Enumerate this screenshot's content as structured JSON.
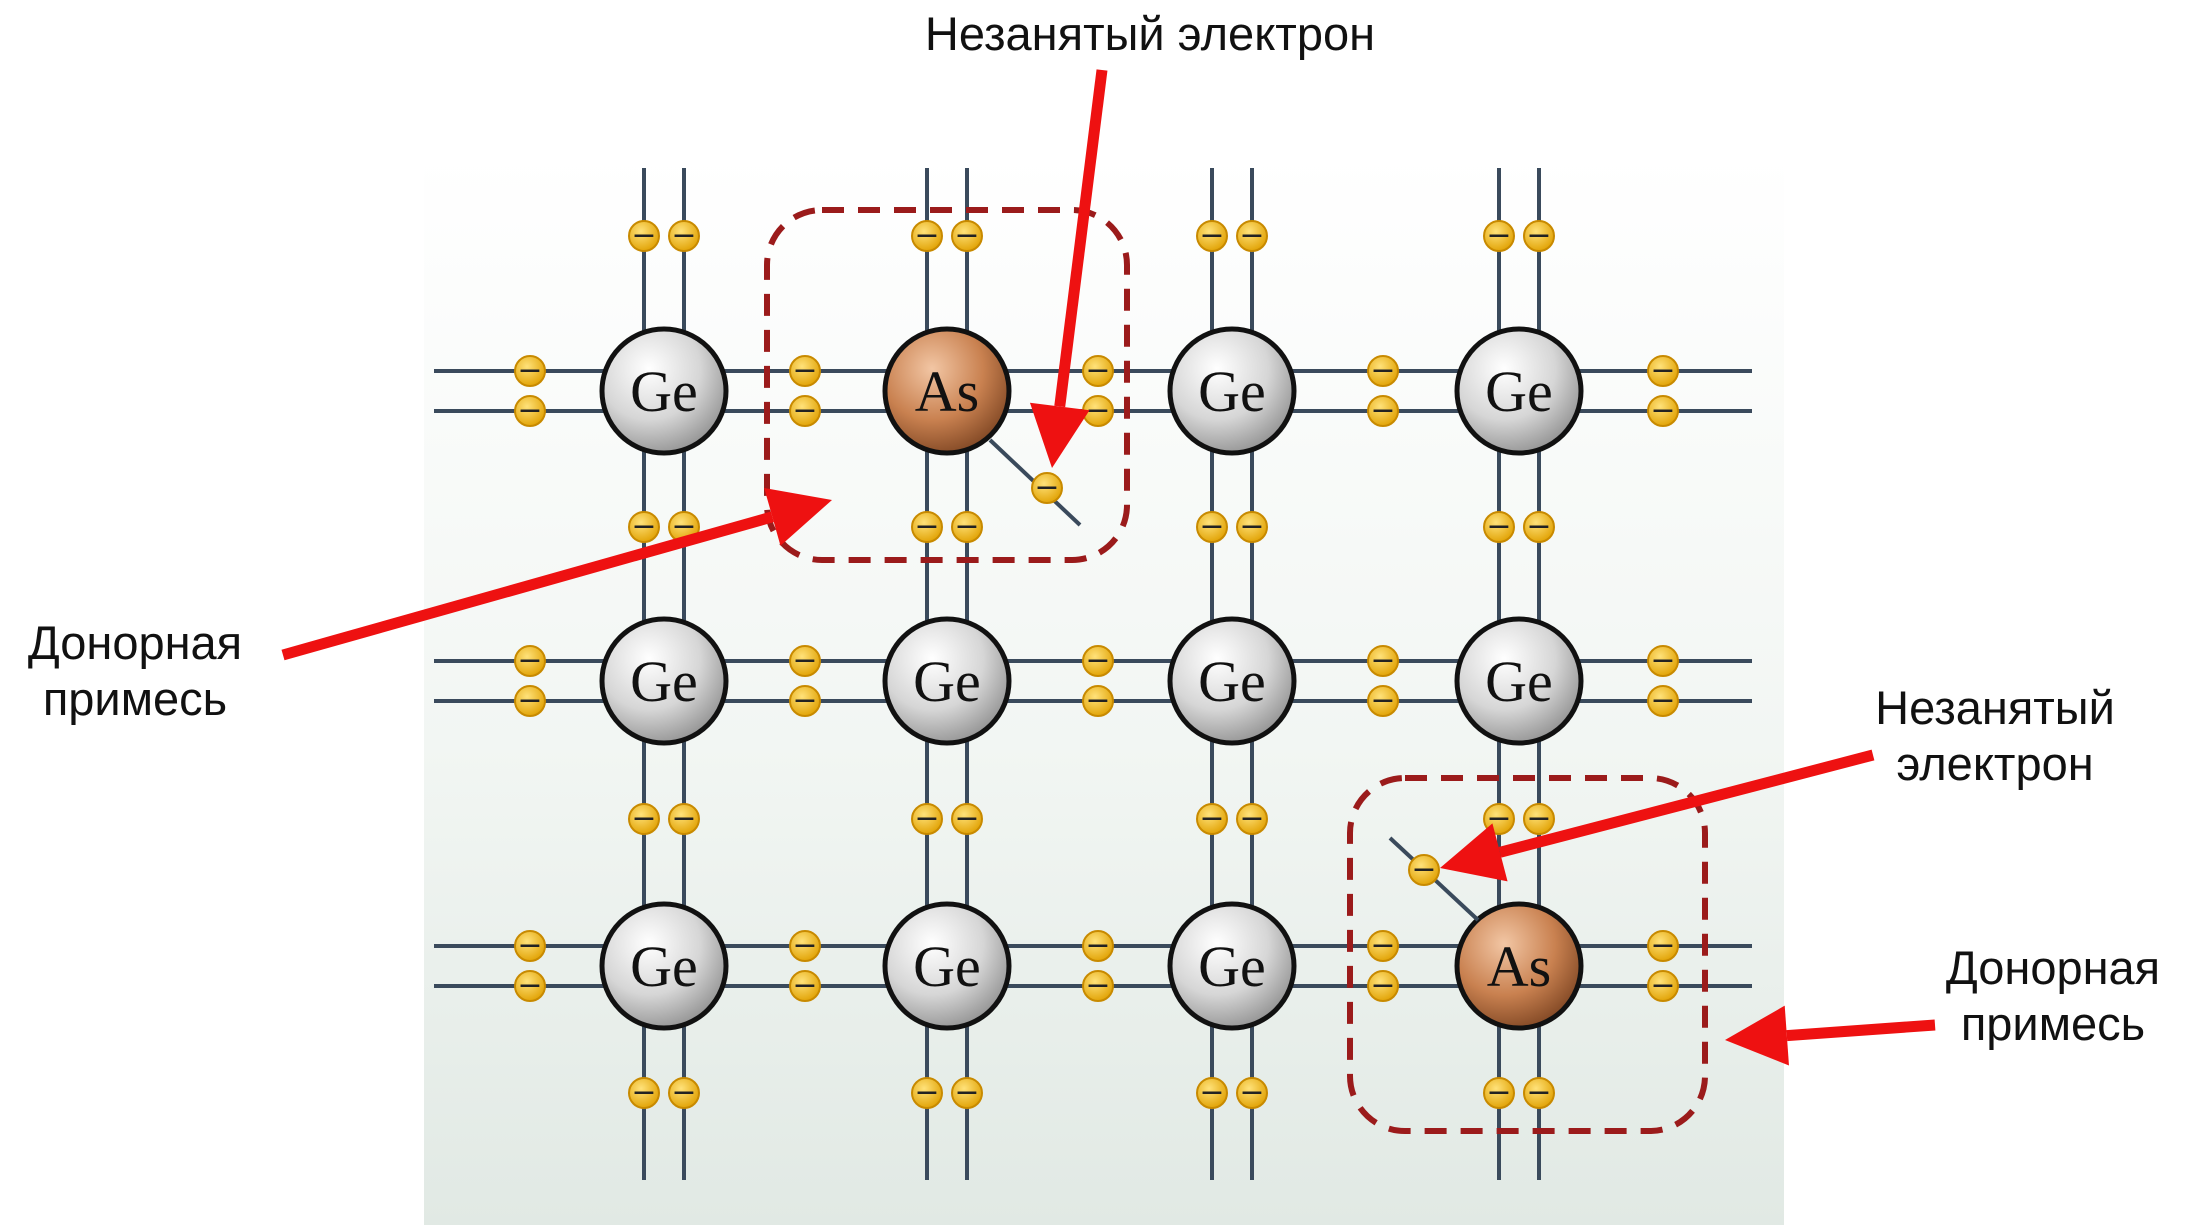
{
  "labels": {
    "unbound_electron_top": "Незанятый электрон",
    "unbound_electron_right_line1": "Незанятый",
    "unbound_electron_right_line2": "электрон",
    "donor_left_line1": "Донорная",
    "donor_left_line2": "примесь",
    "donor_right_line1": "Донорная",
    "donor_right_line2": "примесь"
  },
  "lattice": {
    "rows": [
      [
        "Ge",
        "As",
        "Ge",
        "Ge"
      ],
      [
        "Ge",
        "Ge",
        "Ge",
        "Ge"
      ],
      [
        "Ge",
        "Ge",
        "Ge",
        "As"
      ]
    ],
    "electron_symbol": "−"
  },
  "colors": {
    "panel_top": "#ffffff",
    "panel_bottom": "#e3ebe6",
    "bond": "#3a4a5c",
    "electron": "#f2b705",
    "electron_edge": "#c88a00",
    "ge_fill": "#d8d8d8",
    "as_fill": "#c27a48",
    "dashed_box": "#9b1b1b",
    "arrow": "#ee1111"
  }
}
